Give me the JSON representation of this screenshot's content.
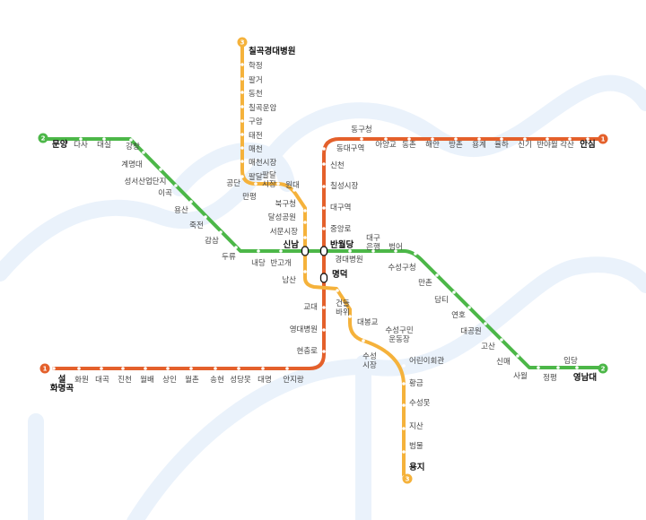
{
  "colors": {
    "line1": "#e4602b",
    "line2": "#4cb748",
    "line3": "#f5b23b",
    "river": "#eaf2fb"
  },
  "lines": {
    "line1": {
      "badge": "1",
      "stations": [
        "설화명곡",
        "화원",
        "대곡",
        "진천",
        "월배",
        "상인",
        "월촌",
        "송현",
        "성당못",
        "대명",
        "안지랑",
        "현충로",
        "영대병원",
        "교대",
        "명덕",
        "반월당",
        "중앙로",
        "대구역",
        "칠성시장",
        "신천",
        "동대구역",
        "동구청",
        "아양교",
        "동촌",
        "해안",
        "방촌",
        "용계",
        "율하",
        "신기",
        "반야월",
        "각산",
        "안심"
      ]
    },
    "line2": {
      "badge": "2",
      "stations": [
        "문양",
        "다사",
        "대실",
        "강창",
        "계명대",
        "성서산업단지",
        "이곡",
        "용산",
        "죽전",
        "감삼",
        "두류",
        "내당",
        "반고개",
        "신남",
        "반월당",
        "경대병원",
        "대구은행",
        "범어",
        "수성구청",
        "만촌",
        "담티",
        "연호",
        "대공원",
        "고산",
        "신매",
        "사월",
        "정평",
        "임당",
        "영남대"
      ]
    },
    "line3": {
      "badge": "3",
      "stations": [
        "칠곡경대병원",
        "학정",
        "팔거",
        "동천",
        "칠곡운암",
        "구암",
        "태전",
        "매천",
        "매천시장",
        "팔달",
        "공단",
        "만평",
        "팔달시장",
        "원대",
        "북구청",
        "달성공원",
        "서문시장",
        "신남",
        "남산",
        "명덕",
        "건들바위",
        "대봉교",
        "수성시장",
        "수성구민운동장",
        "어린이회관",
        "황금",
        "수성못",
        "지산",
        "범물",
        "용지"
      ]
    }
  }
}
